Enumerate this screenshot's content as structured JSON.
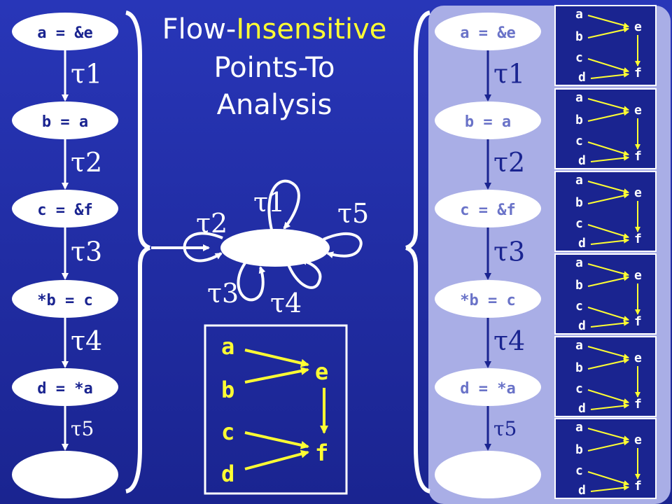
{
  "title": {
    "part1": "Flow-",
    "part2": "Insensitive",
    "line2": "Points-To",
    "line3": "Analysis"
  },
  "statements": [
    "a = &e",
    "b = a",
    "c = &f",
    "*b = c",
    "d = *a"
  ],
  "transfer_labels": [
    "τ1",
    "τ2",
    "τ3",
    "τ4",
    "τ5"
  ],
  "graph_vars": {
    "left": [
      "a",
      "b",
      "c",
      "d"
    ],
    "right": [
      "e",
      "f"
    ]
  },
  "colors": {
    "background": "#1a2a9e",
    "node_fill": "#ffffff",
    "arrow_yellow": "#ffff33",
    "title_white": "#ffffff",
    "title_yellow": "#ffff33",
    "right_panel": "#a9aee6"
  }
}
